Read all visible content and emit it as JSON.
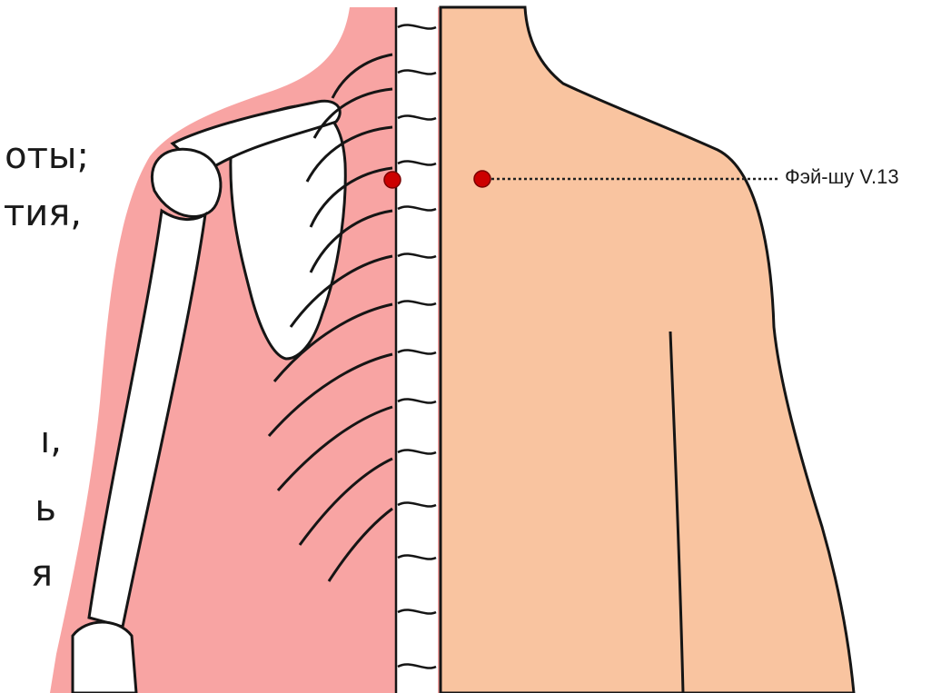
{
  "text_fragments": [
    "оты;",
    "тия,",
    "ı,",
    "ь",
    "я"
  ],
  "acupoint": {
    "label": "Фэй-шу V.13",
    "marker_color": "#cc0000"
  },
  "colors": {
    "skin": "#f9c4a0",
    "tissue": "#f8a4a3",
    "bone": "#ffffff",
    "outline": "#151515"
  }
}
